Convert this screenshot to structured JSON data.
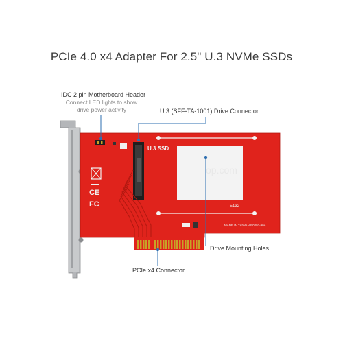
{
  "title": "PCIe 4.0 x4 Adapter For 2.5\" U.3 NVMe SSDs",
  "callouts": {
    "idc_header": {
      "label": "IDC 2 pin Motherboard Header",
      "description_line1": "Connect LED lights to show",
      "description_line2": "drive power activity"
    },
    "u3_connector": {
      "label": "U.3 (SFF-TA-1001) Drive Connector"
    },
    "mounting_holes": {
      "label": "Drive Mounting Holes"
    },
    "pcie_connector": {
      "label": "PCIe x4 Connector"
    }
  },
  "board_markings": {
    "u3_ssd": "U.3 SSD",
    "made_in": "MADE IN TAIWAN P0293-90A",
    "ce_fcc": "CE",
    "fcc": "FC",
    "ul": "E132"
  },
  "colors": {
    "pcb": "#e0231c",
    "bracket": "#a7a9ac",
    "callout_line": "#2e6fb0",
    "gold": "#c9a227"
  }
}
